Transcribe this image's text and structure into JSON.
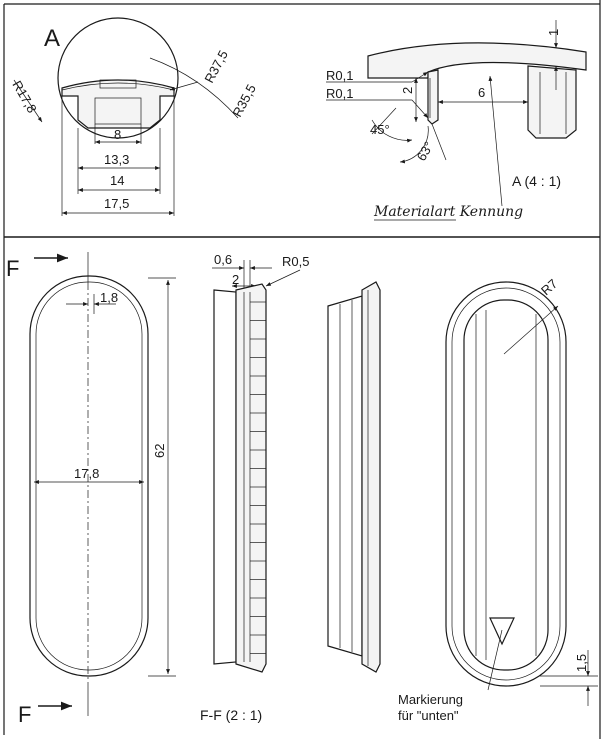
{
  "detail_a": {
    "view_label": "A",
    "dims": {
      "r17_8": "R17,8",
      "r37_5": "R37,5",
      "r35_5": "R35,5",
      "w8": "8",
      "w13_3": "13,3",
      "w14": "14",
      "w17_5": "17,5"
    }
  },
  "detail_a_zoom": {
    "r0_1_top": "R0,1",
    "r0_1_bottom": "R0,1",
    "dim_1": "1",
    "dim_2": "2",
    "dim_6": "6",
    "angle_45": "45°",
    "angle_63": "63°",
    "scale_label": "A (4 : 1)",
    "material_note": "Materialart Kennung"
  },
  "front_view": {
    "section_mark_top": "F",
    "section_mark_bottom": "F",
    "dim_1_8": "1,8",
    "dim_17_8": "17,8",
    "dim_62": "62"
  },
  "section_view": {
    "dim_0_6": "0,6",
    "dim_2": "2",
    "dim_r0_5": "R0,5",
    "scale_label": "F-F (2 : 1)"
  },
  "back_view": {
    "dim_r7": "R7",
    "dim_1_5": "1,5",
    "marking_line1": "Markierung",
    "marking_line2": "für \"unten\""
  }
}
